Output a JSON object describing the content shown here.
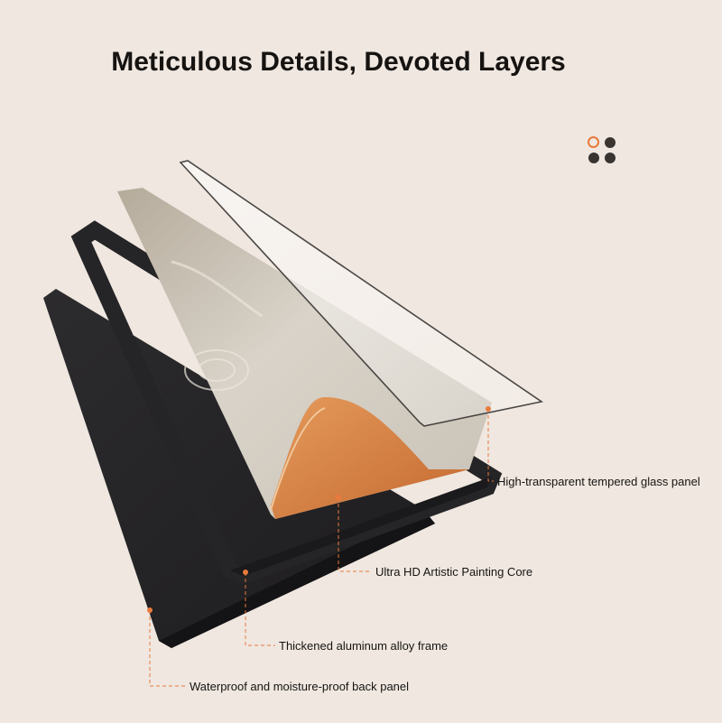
{
  "heading": "Meticulous Details, Devoted Layers",
  "accent_color": "#e87a3c",
  "dot_color": "#3a3431",
  "layers": [
    {
      "label": "High-transparent tempered glass panel"
    },
    {
      "label": "Ultra HD Artistic Painting Core"
    },
    {
      "label": "Thickened aluminum alloy frame"
    },
    {
      "label": "Waterproof and moisture-proof back panel"
    }
  ],
  "icons": [
    "four-dots-icon"
  ]
}
